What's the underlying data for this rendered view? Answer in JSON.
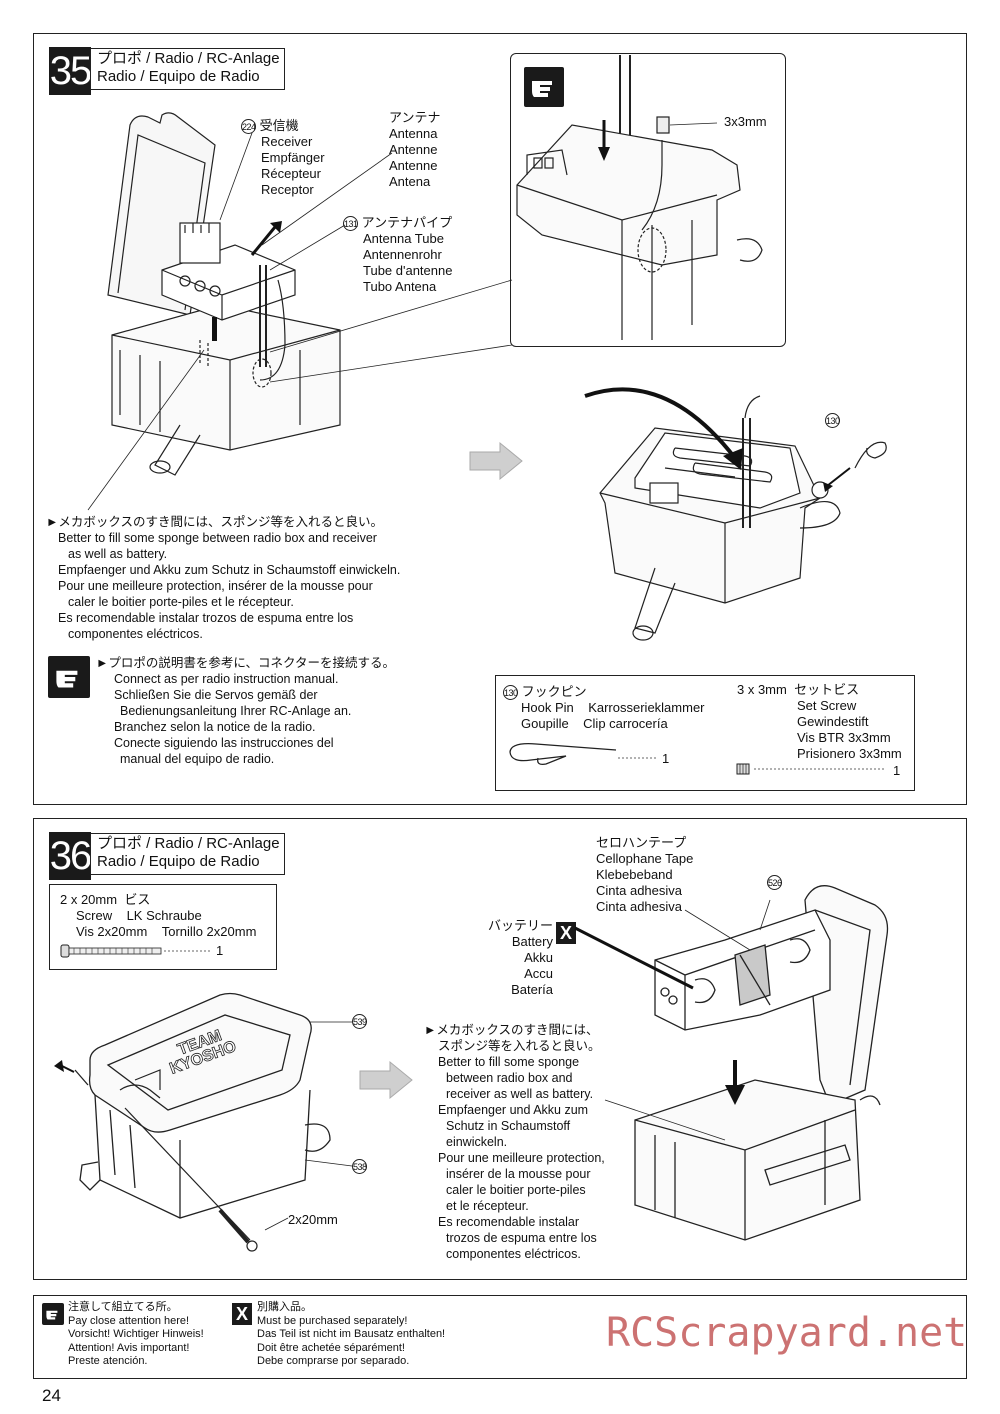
{
  "step35": {
    "number": "35",
    "title_line1": "プロポ / Radio / RC-Anlage",
    "title_line2": "Radio / Equipo de Radio",
    "receiver": {
      "part_no": "224",
      "lines": [
        "受信機",
        "Receiver",
        "Empfänger",
        "Récepteur",
        "Receptor"
      ]
    },
    "antenna": {
      "lines": [
        "アンテナ",
        "Antenna",
        "Antenne",
        "Antenne",
        "Antena"
      ]
    },
    "antenna_tube": {
      "part_no": "131",
      "lines": [
        "アンテナパイプ",
        "Antenna Tube",
        "Antennenrohr",
        "Tube d'antenne",
        "Tubo Antena"
      ]
    },
    "screw_callout": "3x3mm",
    "clip_part_no": "130",
    "note_lines": [
      "►メカボックスのすき間には、スポンジ等を入れると良い。",
      "Better to fill some sponge between radio box and receiver",
      "as well as battery.",
      "Empfaenger und Akku zum Schutz in Schaumstoff einwickeln.",
      "Pour une meilleure protection, insérer de la mousse pour",
      "caler le boitier porte-piles et le récepteur.",
      "Es recomendable instalar trozos de espuma entre los",
      "componentes eléctricos."
    ],
    "attention_lines": [
      "►プロポの説明書を参考に、コネクターを接続する。",
      "Connect as per radio instruction manual.",
      "Schließen Sie die Servos gemäß der",
      "Bedienungsanleitung Ihrer RC-Anlage an.",
      "Branchez selon la notice de la radio.",
      "Conecte siguiendo las instrucciones del",
      "manual del equipo de radio."
    ],
    "parts": {
      "hook_pin_no": "130",
      "hook_pin_jp": "フックピン",
      "hook_pin_line1a": "Hook Pin",
      "hook_pin_line1b": "Karrosserieklammer",
      "hook_pin_line2a": "Goupille",
      "hook_pin_line2b": "Clip carrocería",
      "hook_pin_qty": "1",
      "set_screw_size": "3 x 3mm",
      "set_screw_jp": "セットビス",
      "set_screw_lines": [
        "Set Screw",
        "Gewindestift",
        "Vis BTR 3x3mm",
        "Prisionero 3x3mm"
      ],
      "set_screw_qty": "1"
    }
  },
  "step36": {
    "number": "36",
    "title_line1": "プロポ / Radio / RC-Anlage",
    "title_line2": "Radio / Equipo de Radio",
    "parts": {
      "screw_size": "2 x 20mm",
      "screw_jp": "ビス",
      "screw_line1a": "Screw",
      "screw_line1b": "LK Schraube",
      "screw_line2a": "Vis 2x20mm",
      "screw_line2b": "Tornillo 2x20mm",
      "screw_qty": "1"
    },
    "lid_part_no": "539",
    "box_part_no": "538",
    "battery_part_no": "526",
    "screw_callout": "2x20mm",
    "lid_logo_line1": "TEAM",
    "lid_logo_line2": "KYOSHO",
    "tape_lines": [
      "セロハンテープ",
      "Cellophane Tape",
      "Klebebeband",
      "Cinta adhesiva",
      "Cinta adhesiva"
    ],
    "battery_lines": [
      "バッテリー",
      "Battery",
      "Akku",
      "Accu",
      "Batería"
    ],
    "battery_mark": "X",
    "note_lines": [
      "►メカボックスのすき間には、",
      "スポンジ等を入れると良い。",
      "Better to fill some sponge",
      "between radio box and",
      "receiver as well as battery.",
      "Empfaenger und Akku zum",
      "Schutz in Schaumstoff",
      "einwickeln.",
      "Pour une meilleure protection,",
      "insérer de la mousse pour",
      "caler le boitier porte-piles",
      "et le récepteur.",
      "Es recomendable instalar",
      "trozos de espuma entre los",
      "componentes eléctricos."
    ]
  },
  "legend": {
    "attention_lines": [
      "注意して組立てる所。",
      "Pay close attention here!",
      "Vorsicht!  Wichtiger Hinweis!",
      "Attention! Avis important!",
      "Preste atención."
    ],
    "separate_mark": "X",
    "separate_lines": [
      "別購入品。",
      "Must be purchased separately!",
      "Das Teil ist nicht im Bausatz enthalten!",
      "Doit être achetée séparément!",
      "Debe comprarse por separado."
    ]
  },
  "watermark": "RCScrapyard.net",
  "page_number": "24"
}
